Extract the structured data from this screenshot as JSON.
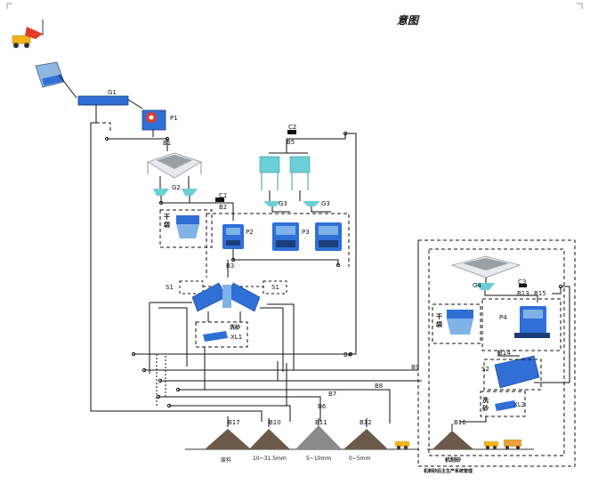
{
  "title": "意图",
  "equipment": {
    "feeder": "G1",
    "jaw_crusher": "P1",
    "cone_crusher_a": "P2",
    "cone_crusher_b": "P3",
    "sand_maker": "P4",
    "screen_1": "S1",
    "screen_2": "S2",
    "washer_1": "XL1",
    "washer_2": "XL2",
    "dust_1": "干 袋",
    "dust_2": "干 袋",
    "wash_1": "洗砂",
    "wash_2": "洗 砂",
    "sand_section": "机制砂后主生产系统管理",
    "sand_pile": "机制砂"
  },
  "belt_labels": {
    "b1": "B1",
    "b2": "B2",
    "b3": "B3",
    "b4": "B4",
    "b5": "B5",
    "b6": "B6",
    "b7": "B7",
    "b8": "B8",
    "b9": "B9",
    "b13": "B13",
    "b14": "B14",
    "b15": "B15",
    "b16": "B16",
    "b17": "B17",
    "b10": "B10",
    "b11": "B11",
    "b12": "B12"
  },
  "feeder_labels": {
    "g2": "G2",
    "g3a": "G3",
    "g3b": "G3",
    "g4": "G4",
    "c1": "C1",
    "c2": "C2",
    "c3": "C3"
  },
  "piles": [
    {
      "tag": "B17",
      "label": "废料"
    },
    {
      "tag": "B10",
      "label": "10~31.5mm"
    },
    {
      "tag": "B11",
      "label": "5~10mm"
    },
    {
      "tag": "B12",
      "label": "0~5mm"
    }
  ],
  "colors": {
    "equipment_blue": "#2f6fd6",
    "equipment_light": "#7fb3e8",
    "teal": "#6ccfd6",
    "line": "#111111",
    "pile": "#6b5a4a",
    "truck": "#f2b31c",
    "red_accent": "#e23b2a"
  }
}
